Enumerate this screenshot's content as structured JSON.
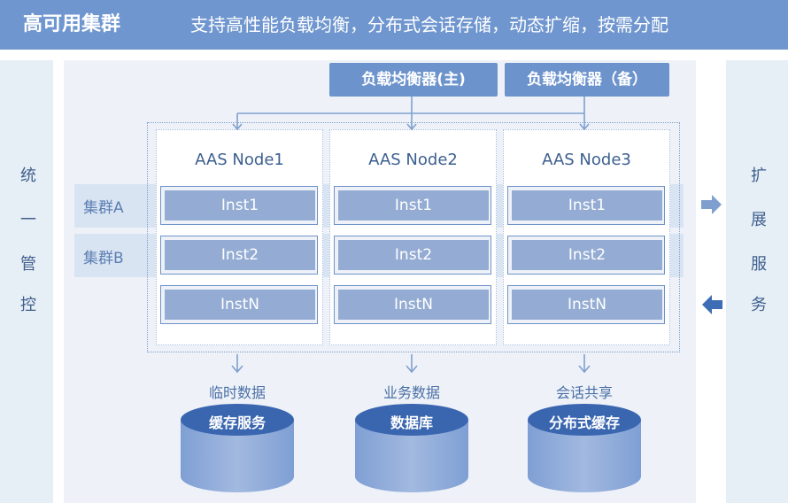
{
  "header": {
    "title": "高可用集群",
    "subtitle": "支持高性能负载均衡，分布式会话存储，动态扩缩，按需分配"
  },
  "left_panel": {
    "chars": [
      "统",
      "一",
      "管",
      "控"
    ]
  },
  "right_panel": {
    "chars": [
      "扩",
      "展",
      "服",
      "务"
    ]
  },
  "load_balancers": {
    "primary": "负载均衡器(主)",
    "backup": "负载均衡器（备）"
  },
  "clusters": {
    "a": "集群A",
    "b": "集群B"
  },
  "nodes": [
    {
      "title": "AAS Node1",
      "instances": [
        "Inst1",
        "Inst2",
        "InstN"
      ]
    },
    {
      "title": "AAS Node2",
      "instances": [
        "Inst1",
        "Inst2",
        "InstN"
      ]
    },
    {
      "title": "AAS Node3",
      "instances": [
        "Inst1",
        "Inst2",
        "InstN"
      ]
    }
  ],
  "storage": [
    {
      "label": "临时数据",
      "name": "缓存服务"
    },
    {
      "label": "业务数据",
      "name": "数据库"
    },
    {
      "label": "会话共享",
      "name": "分布式缓存"
    }
  ],
  "colors": {
    "primary": "#6f96cf",
    "instance": "#94acd3",
    "band": "#d9e4f2",
    "background": "#eef2f8",
    "arrow": "#7f9fcf"
  }
}
